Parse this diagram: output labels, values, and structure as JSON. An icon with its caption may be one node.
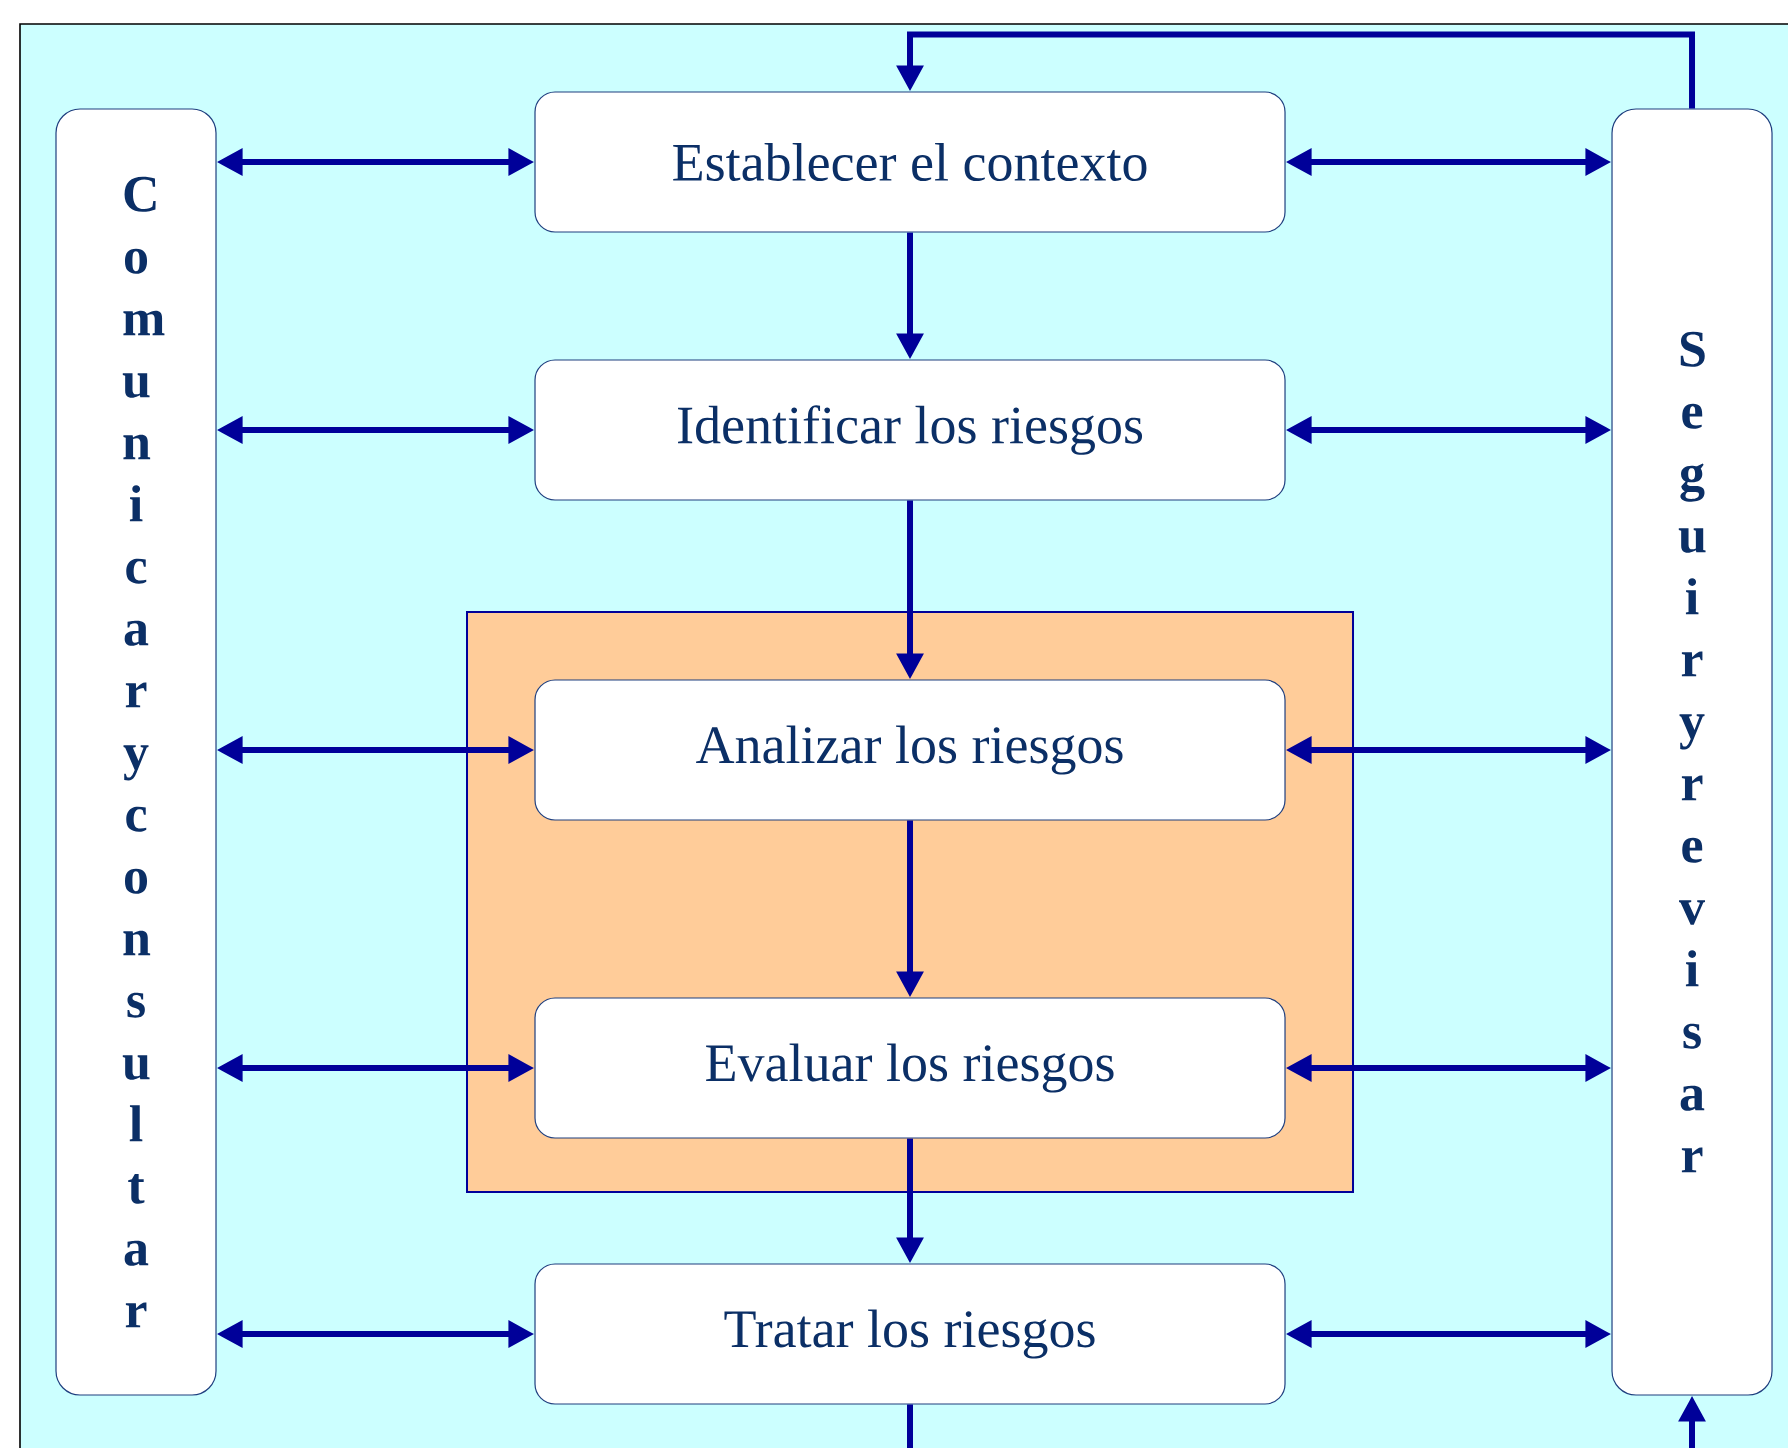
{
  "diagram": {
    "nodes": [
      {
        "text": [
          "Comunicar y consultar"
        ]
      },
      {
        "text": [
          "Establecer el contexto"
        ]
      },
      {
        "text": [
          "Identificar los riesgos"
        ]
      },
      {
        "text": [],
        "shape": "box"
      },
      {
        "text": [
          "Analizar los riesgos"
        ],
        "in": 3
      },
      {
        "text": [
          "Evaluar los riesgos"
        ],
        "in": 3
      },
      {
        "text": [
          "Tratar los riesgos"
        ]
      },
      {
        "text": [
          "Seguir y revisar"
        ]
      }
    ],
    "edges": [
      {
        "from": 1,
        "to": 2,
        "arrow": "to"
      },
      {
        "from": 2,
        "to": 4,
        "arrow": "to"
      },
      {
        "from": 4,
        "to": 5,
        "arrow": "to"
      },
      {
        "from": 5,
        "to": 6,
        "arrow": "to"
      },
      {
        "from": 6,
        "to": 7,
        "arrow": "to"
      },
      {
        "from": 7,
        "to": 1,
        "arrow": "to"
      },
      {
        "from": 0,
        "to": 1,
        "arrow": "both"
      },
      {
        "from": 0,
        "to": 2,
        "arrow": "both"
      },
      {
        "from": 0,
        "to": 4,
        "arrow": "both"
      },
      {
        "from": 0,
        "to": 5,
        "arrow": "both"
      },
      {
        "from": 0,
        "to": 6,
        "arrow": "both"
      },
      {
        "from": 1,
        "to": 7,
        "arrow": "both"
      },
      {
        "from": 2,
        "to": 7,
        "arrow": "both"
      },
      {
        "from": 4,
        "to": 7,
        "arrow": "both"
      },
      {
        "from": 5,
        "to": 7,
        "arrow": "both"
      },
      {
        "from": 6,
        "to": 7,
        "arrow": "both"
      }
    ]
  }
}
